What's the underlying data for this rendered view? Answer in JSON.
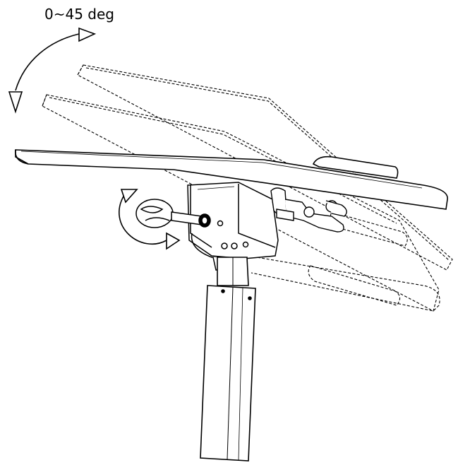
{
  "annotation": {
    "tilt_range": "0~45 deg"
  },
  "icons": {
    "tilt_arrow": "curved-double-arrow",
    "rotation_arrow": "circular-rotate-arrow",
    "tool": "screwdriver"
  },
  "colors": {
    "line": "#000000",
    "background": "#ffffff"
  }
}
